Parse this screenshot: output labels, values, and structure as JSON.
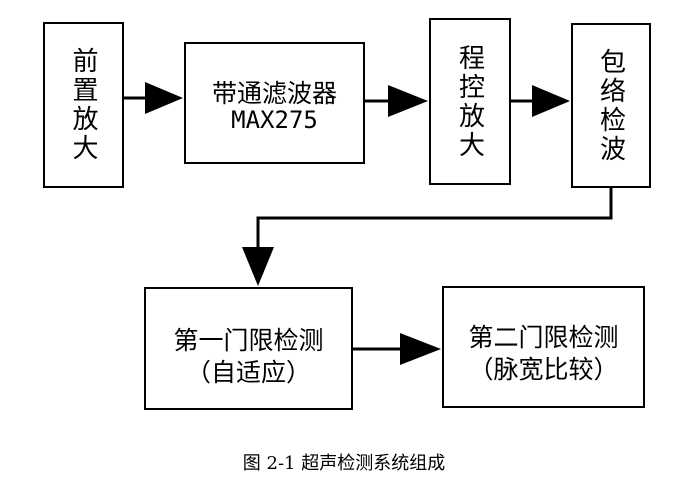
{
  "blocks": {
    "preamp": "前置放大",
    "bandpass": {
      "line1": "带通滤波器",
      "line2": "MAX275"
    },
    "pga": "程控放大",
    "envelope": "包络检波",
    "threshold1": {
      "line1": "第一门限检测",
      "line2": "（自适应）"
    },
    "threshold2": {
      "line1": "第二门限检测",
      "line2": "（脉宽比较）"
    }
  },
  "caption": "图 2-1 超声检测系统组成"
}
